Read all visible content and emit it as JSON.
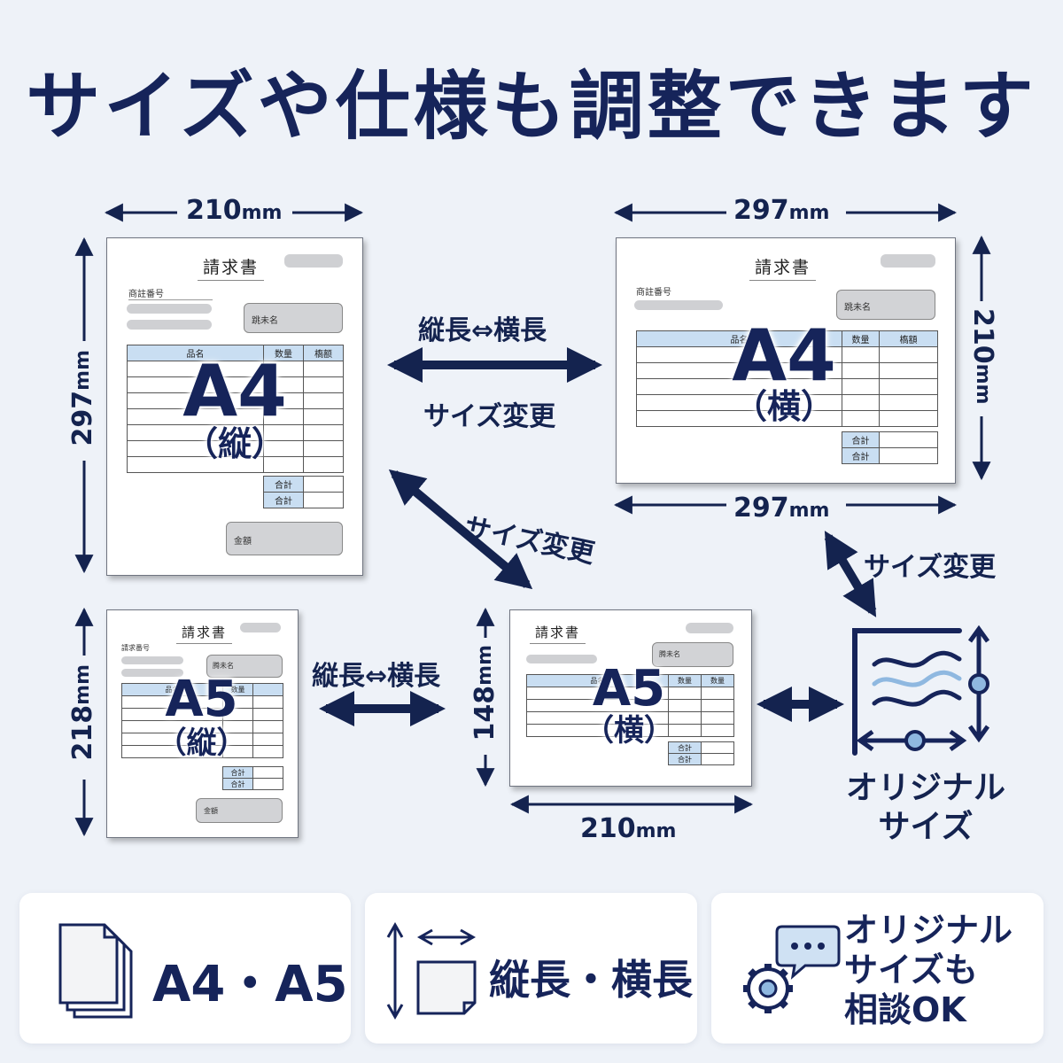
{
  "headline": "サイズや仕様も調整できます",
  "unit": "mm",
  "dims": {
    "a4p_w": "210",
    "a4p_h": "297",
    "a4l_w_top": "297",
    "a4l_w_bottom": "297",
    "a4l_h": "210",
    "a5p_h": "218",
    "a5l_h": "148",
    "a5l_w": "210"
  },
  "labels": {
    "orient_change_top": "縦長⇔横長",
    "size_change_top": "サイズ変更",
    "size_change_diag": "サイズ変更",
    "size_change_right": "サイズ変更",
    "orient_change_mid": "縦長⇔横長",
    "original_size_l1": "オリジナル",
    "original_size_l2": "サイズ"
  },
  "invoice": {
    "title": "請求書",
    "a4p_number_label": "商註番号",
    "a4l_number_label": "商註番号",
    "a5p_number_label": "請求番号",
    "a4p_client_label": "跳未名",
    "a4l_client_label": "跳未名",
    "a5p_client_label": "腾未名",
    "a5l_client_label": "腾未名",
    "col_item": "品名",
    "col_qty": "数量",
    "col_amount": "槗额",
    "col_amount_l": "槗額",
    "col_qty_a5": "数量",
    "subtotal": "合計",
    "total": "合計",
    "amount_label": "金額"
  },
  "big": {
    "a4p_size": "A4",
    "a4p_orient": "（縦）",
    "a4l_size": "A4",
    "a4l_orient": "（横）",
    "a5p_size": "A5",
    "a5p_orient": "（縦）",
    "a5l_size": "A5",
    "a5l_orient": "（横）"
  },
  "cards": {
    "sizes": "A4・A5",
    "orientation": "縦長・横長",
    "custom_l1": "オリジナル",
    "custom_l2": "サイズも",
    "custom_l3": "相談OK"
  },
  "colors": {
    "navy": "#16245a",
    "light_blue": "#c9def2",
    "icon_blue": "#8fb8e0",
    "background": "#eef2f8"
  },
  "icons": [
    "documents-stack-icon",
    "orientation-arrows-icon",
    "gear-chat-icon",
    "original-size-icon"
  ]
}
